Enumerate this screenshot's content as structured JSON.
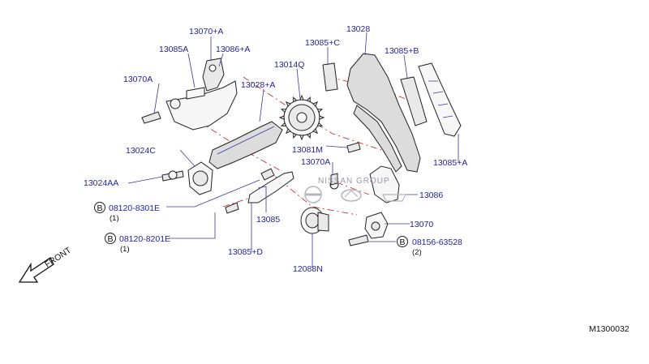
{
  "diagram": {
    "labels": {
      "l13070A_top": "13070+A",
      "l13085A": "13085A",
      "l13086A": "13086+A",
      "l13070A_left": "13070A",
      "l13028A": "13028+A",
      "l13014Q": "13014Q",
      "l13085C": "13085+C",
      "l13028": "13028",
      "l13085B": "13085+B",
      "l13024C": "13024C",
      "l13024AA": "13024AA",
      "l13081M": "13081M",
      "l13070A_mid": "13070A",
      "l13086": "13086",
      "l13085": "13085",
      "l13070": "13070",
      "l13085A_right": "13085+A",
      "l13085D": "13085+D",
      "l12088N": "12088N"
    },
    "bolts": {
      "b1": {
        "badge": "B",
        "code": "08120-8301E",
        "qty": "(1)"
      },
      "b2": {
        "badge": "B",
        "code": "08120-8201E",
        "qty": "(1)"
      },
      "b3": {
        "badge": "B",
        "code": "08156-63528",
        "qty": "(2)"
      }
    },
    "front_label": "FRONT",
    "watermark": "NISSAN GROUP",
    "figure_code": "M1300032"
  }
}
